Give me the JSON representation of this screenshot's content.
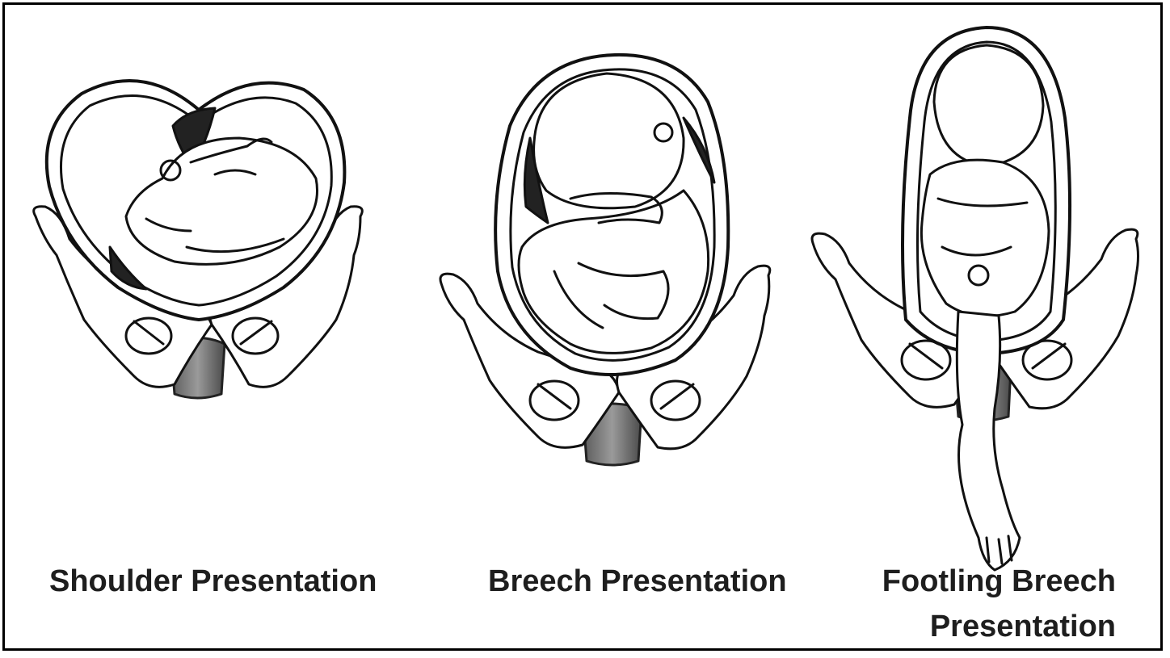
{
  "figures": [
    {
      "caption": "Shoulder Presentation"
    },
    {
      "caption": "Breech Presentation"
    },
    {
      "caption_lines": [
        "Footling Breech",
        "Presentation"
      ]
    }
  ]
}
